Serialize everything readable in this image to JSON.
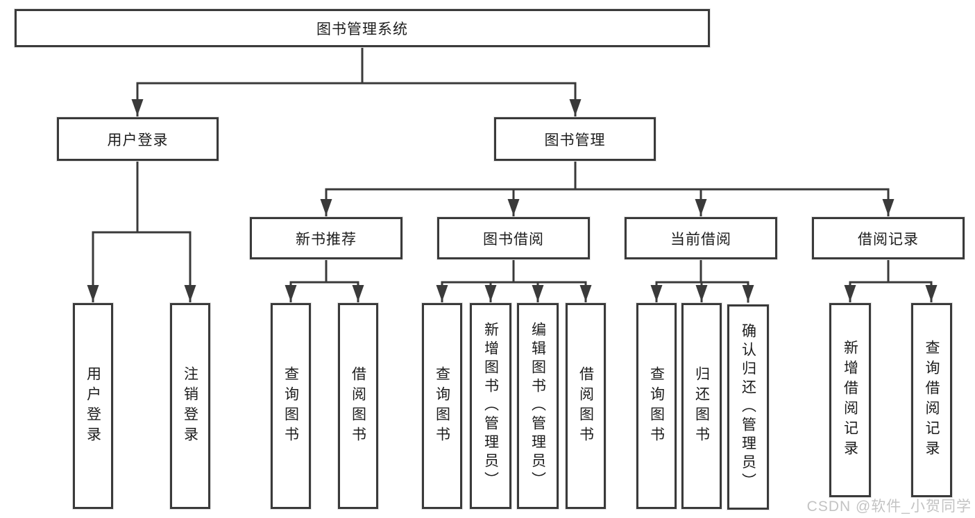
{
  "diagram": {
    "root": {
      "label": "图书管理系统"
    },
    "children": [
      {
        "label": "用户登录",
        "children": [
          {
            "label": "用户登录"
          },
          {
            "label": "注销登录"
          }
        ]
      },
      {
        "label": "图书管理",
        "children": [
          {
            "label": "新书推荐",
            "children": [
              {
                "label": "查询图书"
              },
              {
                "label": "借阅图书"
              }
            ]
          },
          {
            "label": "图书借阅",
            "children": [
              {
                "label": "查询图书"
              },
              {
                "label": "新增图书（管理员）"
              },
              {
                "label": "编辑图书（管理员）"
              },
              {
                "label": "借阅图书"
              }
            ]
          },
          {
            "label": "当前借阅",
            "children": [
              {
                "label": "查询图书"
              },
              {
                "label": "归还图书"
              },
              {
                "label": "确认归还（管理员）"
              }
            ]
          },
          {
            "label": "借阅记录",
            "children": [
              {
                "label": "新增借阅记录"
              },
              {
                "label": "查询借阅记录"
              }
            ]
          }
        ]
      }
    ]
  },
  "watermark": {
    "text": "CSDN @软件_小贺同学"
  },
  "colors": {
    "line": "#3a3a3a",
    "box_border": "#3a3a3a",
    "text": "#1c1c1c",
    "watermark": "#c3c3c3",
    "background": "#ffffff"
  }
}
